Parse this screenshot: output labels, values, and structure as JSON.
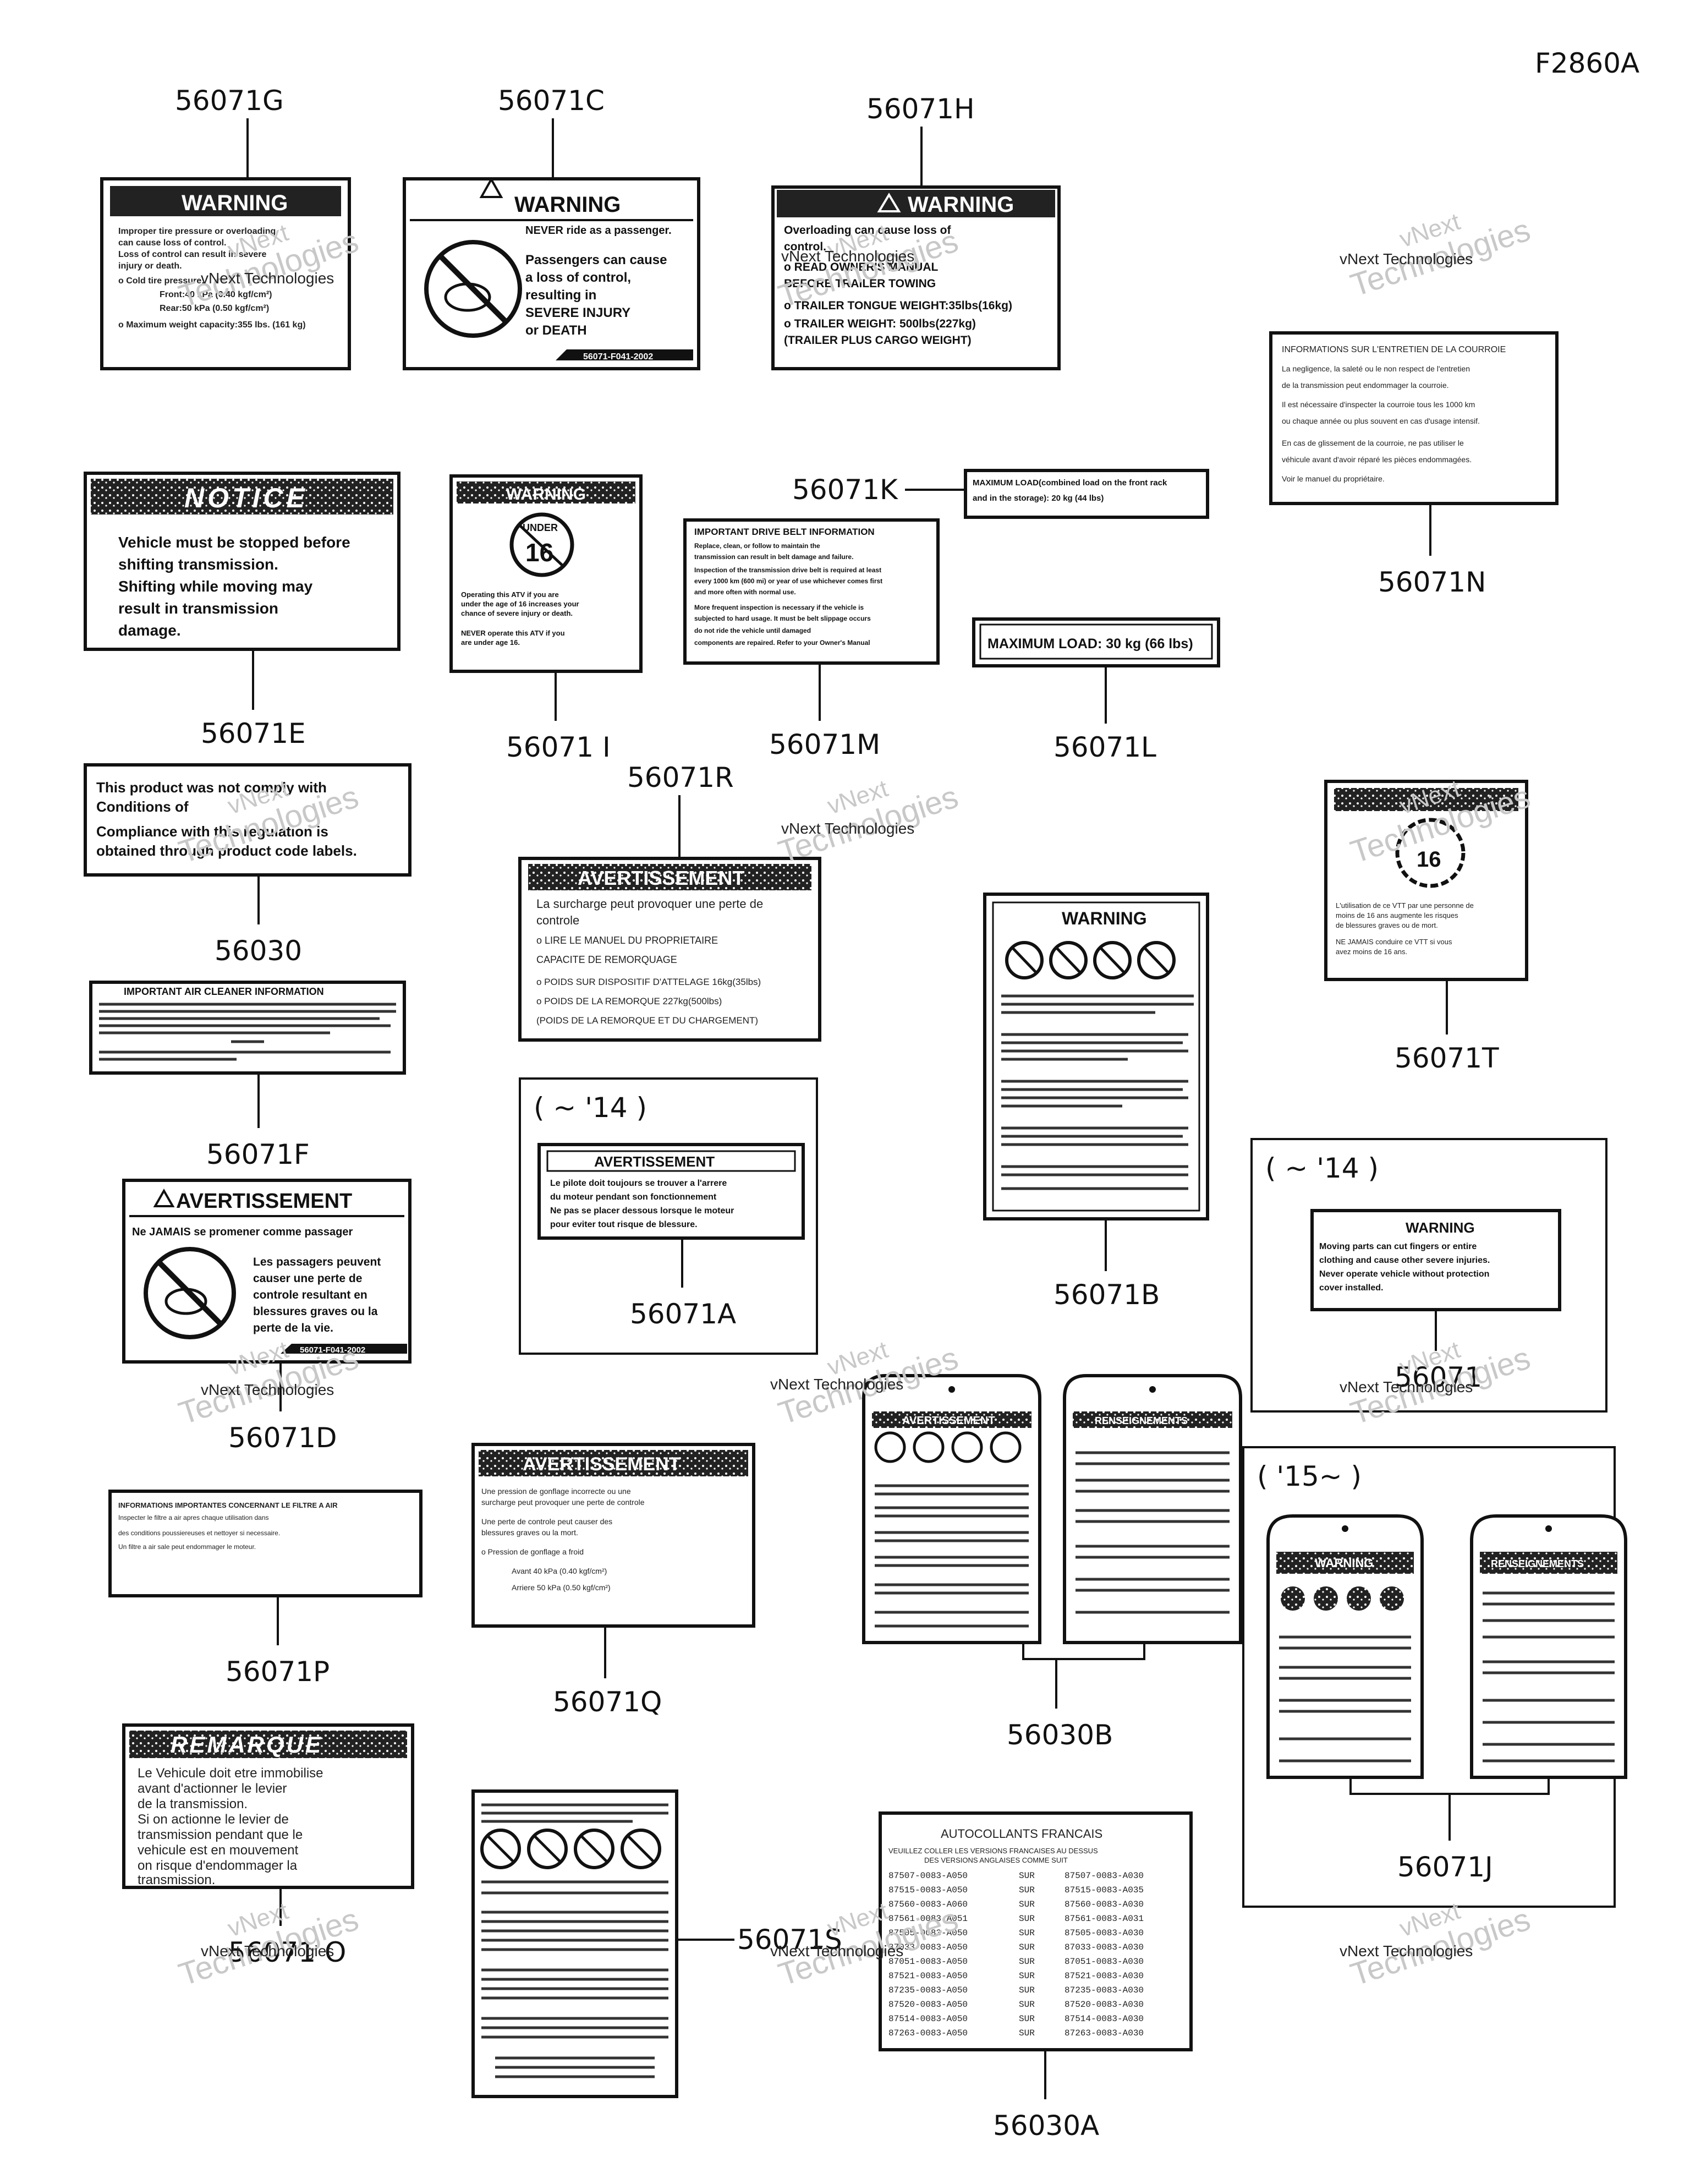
{
  "figure_code": "F2860A",
  "watermark": {
    "line1": "vNext",
    "line2": "Technologies",
    "caption": "vNext Technologies"
  },
  "labels": {
    "g": "56071G",
    "c": "56071C",
    "h": "56071H",
    "n": "56071N",
    "e": "56071E",
    "i": "56071 I",
    "m": "56071M",
    "k": "56071K",
    "l": "56071L",
    "s56030": "56030",
    "r": "56071R",
    "t": "56071T",
    "f": "56071F",
    "a": "56071A",
    "b": "56071B",
    "j56071": "56071",
    "d": "56071D",
    "p": "56071P",
    "q": "56071Q",
    "b56030": "56030B",
    "j": "56071J",
    "o": "56071 O",
    "s": "56071S",
    "a56030": "56030A"
  },
  "ranges": {
    "to14": "( ~ '14 )",
    "from15": "( '15~ )"
  },
  "decal_texts": {
    "warning": "WARNING",
    "notice": "NOTICE",
    "avertissement": "AVERTISSEMENT",
    "remarque": "REMARQUE",
    "g_lines": [
      "Improper tire pressure or overloading",
      "can cause loss of control.",
      "Loss of control can result in severe",
      "injury or death.",
      "o Cold tire pressure:",
      "Front:40 kPa (0.40 kgf/cm²)",
      "Rear:50 kPa (0.50 kgf/cm²)",
      "o Maximum weight capacity:355 lbs. (161 kg)"
    ],
    "c_lines": [
      "NEVER ride as a passenger.",
      "Passengers can cause",
      "a loss of control,",
      "resulting in",
      "SEVERE INJURY",
      "or DEATH"
    ],
    "c_code": "56071-F041-2002",
    "h_lines": [
      "Overloading can cause loss of",
      "control.",
      "o READ OWNER'S MANUAL",
      "BEFORE TRAILER TOWING",
      "o TRAILER TONGUE WEIGHT:35lbs(16kg)",
      "o TRAILER WEIGHT: 500lbs(227kg)",
      "(TRAILER PLUS CARGO WEIGHT)"
    ],
    "e_lines": [
      "Vehicle must be stopped before",
      "shifting transmission.",
      "Shifting while moving may",
      "result in transmission",
      "damage."
    ],
    "i_under": "UNDER",
    "i_age": "16",
    "i_lines": [
      "Operating this ATV if you are",
      "under the age of 16 increases your",
      "chance of severe injury or death.",
      "NEVER operate this ATV if you",
      "are under age 16."
    ],
    "m_title": "IMPORTANT DRIVE BELT INFORMATION",
    "m_lines": [
      "Replace, clean, or follow to maintain the",
      "transmission can result in belt damage and failure.",
      "Inspection of the transmission drive belt is required at least",
      "every 1000 km (600 mi) or year of use whichever comes first",
      "and more often with normal use.",
      "More frequent inspection is necessary if the vehicle is",
      "subjected to hard usage. It must be belt slippage occurs",
      "do not ride the vehicle until damaged",
      "components are repaired. Refer to your Owner's Manual"
    ],
    "k_lines": [
      "MAXIMUM LOAD(combined load on the front rack",
      "and in the storage): 20 kg (44 lbs)"
    ],
    "l_text": "MAXIMUM LOAD: 30 kg (66 lbs)",
    "s56030_lines": [
      "This product was not comply with",
      "Conditions of",
      "Compliance with this regulation is",
      "obtained through product code labels."
    ],
    "f_title": "IMPORTANT AIR CLEANER INFORMATION",
    "a_lines": [
      "Le pilote doit toujours se trouver a l'arrere",
      "du moteur pendant son fonctionnement",
      "Ne pas se placer dessous lorsque le moteur",
      "pour eviter tout risque de blessure."
    ],
    "d_lines": [
      "Ne JAMAIS se promener comme passager",
      "Les passagers peuvent",
      "causer une perte de",
      "controle resultant en",
      "blessures graves ou la",
      "perte de la vie."
    ],
    "d_code": "56071-F041-2002",
    "j56071_lines": [
      "Moving parts can cut fingers or entire",
      "clothing and cause other severe injuries.",
      "Never operate vehicle without protection",
      "cover installed."
    ],
    "r_lines": [
      "La surcharge peut provoquer une perte de",
      "controle",
      "o LIRE LE MANUEL DU PROPRIETAIRE",
      "CAPACITE DE REMORQUAGE",
      "o POIDS SUR DISPOSITIF D'ATTELAGE 16kg(35lbs)",
      "o POIDS DE LA REMORQUE 227kg(500lbs)",
      "(POIDS DE LA REMORQUE ET DU CHARGEMENT)"
    ],
    "o_lines": [
      "Le Vehicule doit etre immobilise",
      "avant d'actionner le levier",
      "de la transmission.",
      "Si on actionne le levier de",
      "transmission pendant que le",
      "vehicule est en mouvement",
      "on risque d'endommager la",
      "transmission."
    ],
    "q_lines": [
      "Une pression de gonflage incorrecte ou une",
      "surcharge peut provoquer une perte de controle",
      "Une perte de controle peut causer des",
      "blessures graves ou la mort.",
      "o Pression de gonflage a froid",
      "Avant 40 kPa (0.40 kgf/cm²)",
      "Arriere 50 kPa (0.50 kgf/cm²)"
    ],
    "a56030_title": "AUTOCOLLANTS FRANCAIS",
    "a56030_sub": [
      "VEUILLEZ COLLER LES VERSIONS FRANCAISES AU DESSUS",
      "DES VERSIONS ANGLAISES COMME SUIT"
    ],
    "a56030_rows": [
      [
        "87507-0083-A050",
        "SUR",
        "87507-0083-A030"
      ],
      [
        "87515-0083-A050",
        "SUR",
        "87515-0083-A035"
      ],
      [
        "87560-0083-A060",
        "SUR",
        "87560-0083-A030"
      ],
      [
        "87561-0083-A051",
        "SUR",
        "87561-0083-A031"
      ],
      [
        "87505-0083-A050",
        "SUR",
        "87505-0083-A030"
      ],
      [
        "87033-0083-A050",
        "SUR",
        "87033-0083-A030"
      ],
      [
        "87051-0083-A050",
        "SUR",
        "87051-0083-A030"
      ],
      [
        "87521-0083-A050",
        "SUR",
        "87521-0083-A030"
      ],
      [
        "87235-0083-A050",
        "SUR",
        "87235-0083-A030"
      ],
      [
        "87520-0083-A050",
        "SUR",
        "87520-0083-A030"
      ],
      [
        "87514-0083-A050",
        "SUR",
        "87514-0083-A030"
      ],
      [
        "87263-0083-A050",
        "SUR",
        "87263-0083-A030"
      ]
    ],
    "n_lines": [
      "INFORMATIONS SUR L'ENTRETIEN DE LA COURROIE",
      "La negligence, la saleté ou le non respect de l'entretien",
      "de la transmission peut endommager la courroie.",
      "Il est nécessaire d'inspecter la courroie tous les 1000 km",
      "ou chaque année ou plus souvent en cas d'usage intensif.",
      "En cas de glissement de la courroie, ne pas utiliser le",
      "véhicule avant d'avoir réparé les pièces endommagées.",
      "Voir le manuel du propriétaire."
    ],
    "p_lines": [
      "INFORMATIONS IMPORTANTES CONCERNANT LE FILTRE A AIR",
      "Inspecter le filtre a air apres chaque utilisation dans",
      "des conditions poussiereuses et nettoyer si necessaire.",
      "Un filtre a air sale peut endommager le moteur."
    ],
    "t_lines": [
      "L'utilisation de ce VTT par une personne de",
      "moins de 16 ans augmente les risques",
      "de blessures graves ou de mort.",
      "NE JAMAIS conduire ce VTT si vous",
      "avez moins de 16 ans."
    ],
    "tag_warning": "AVERTISSEMENT",
    "tag_information": "RENSEIGNEMENTS"
  }
}
